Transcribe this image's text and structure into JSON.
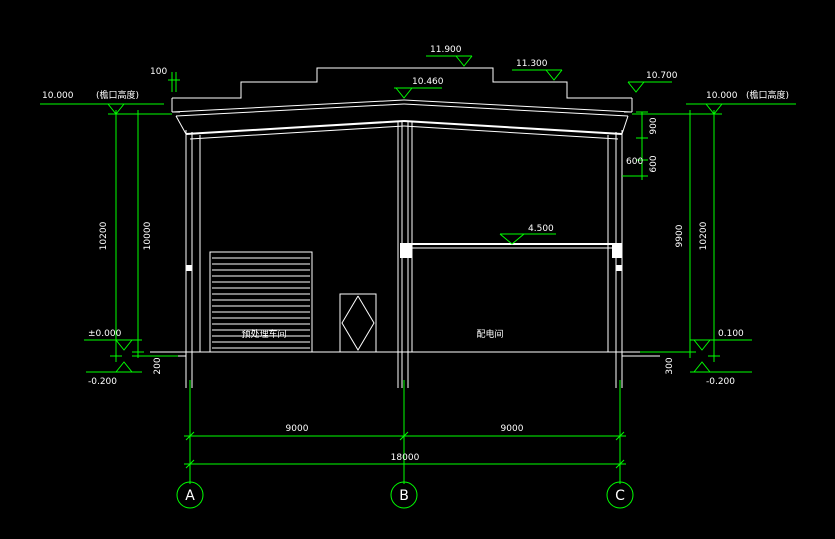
{
  "elevations": {
    "ridge_top": "11.900",
    "step": "11.300",
    "ridge": "10.460",
    "right_eave_top": "10.700",
    "left_eave": "10.000",
    "left_eave_note": "(檐口高度)",
    "right_eave": "10.000",
    "right_eave_note": "(檐口高度)",
    "left_floor": "±0.000",
    "left_ground": "-0.200",
    "right_floor": "0.100",
    "right_ground": "-0.200",
    "mezzanine": "4.500"
  },
  "dimensions": {
    "parapet": "100",
    "left_outer": "10200",
    "left_inner": "10000",
    "left_plinth": "200",
    "right_outer": "10200",
    "right_inner": "9900",
    "right_plinth": "300",
    "right_top_a": "900",
    "right_top_b": "600",
    "right_top_c": "600",
    "bay_ab": "9000",
    "bay_bc": "9000",
    "total": "18000"
  },
  "rooms": {
    "left": "预处理车间",
    "right": "配电间"
  },
  "axes": [
    "A",
    "B",
    "C"
  ]
}
